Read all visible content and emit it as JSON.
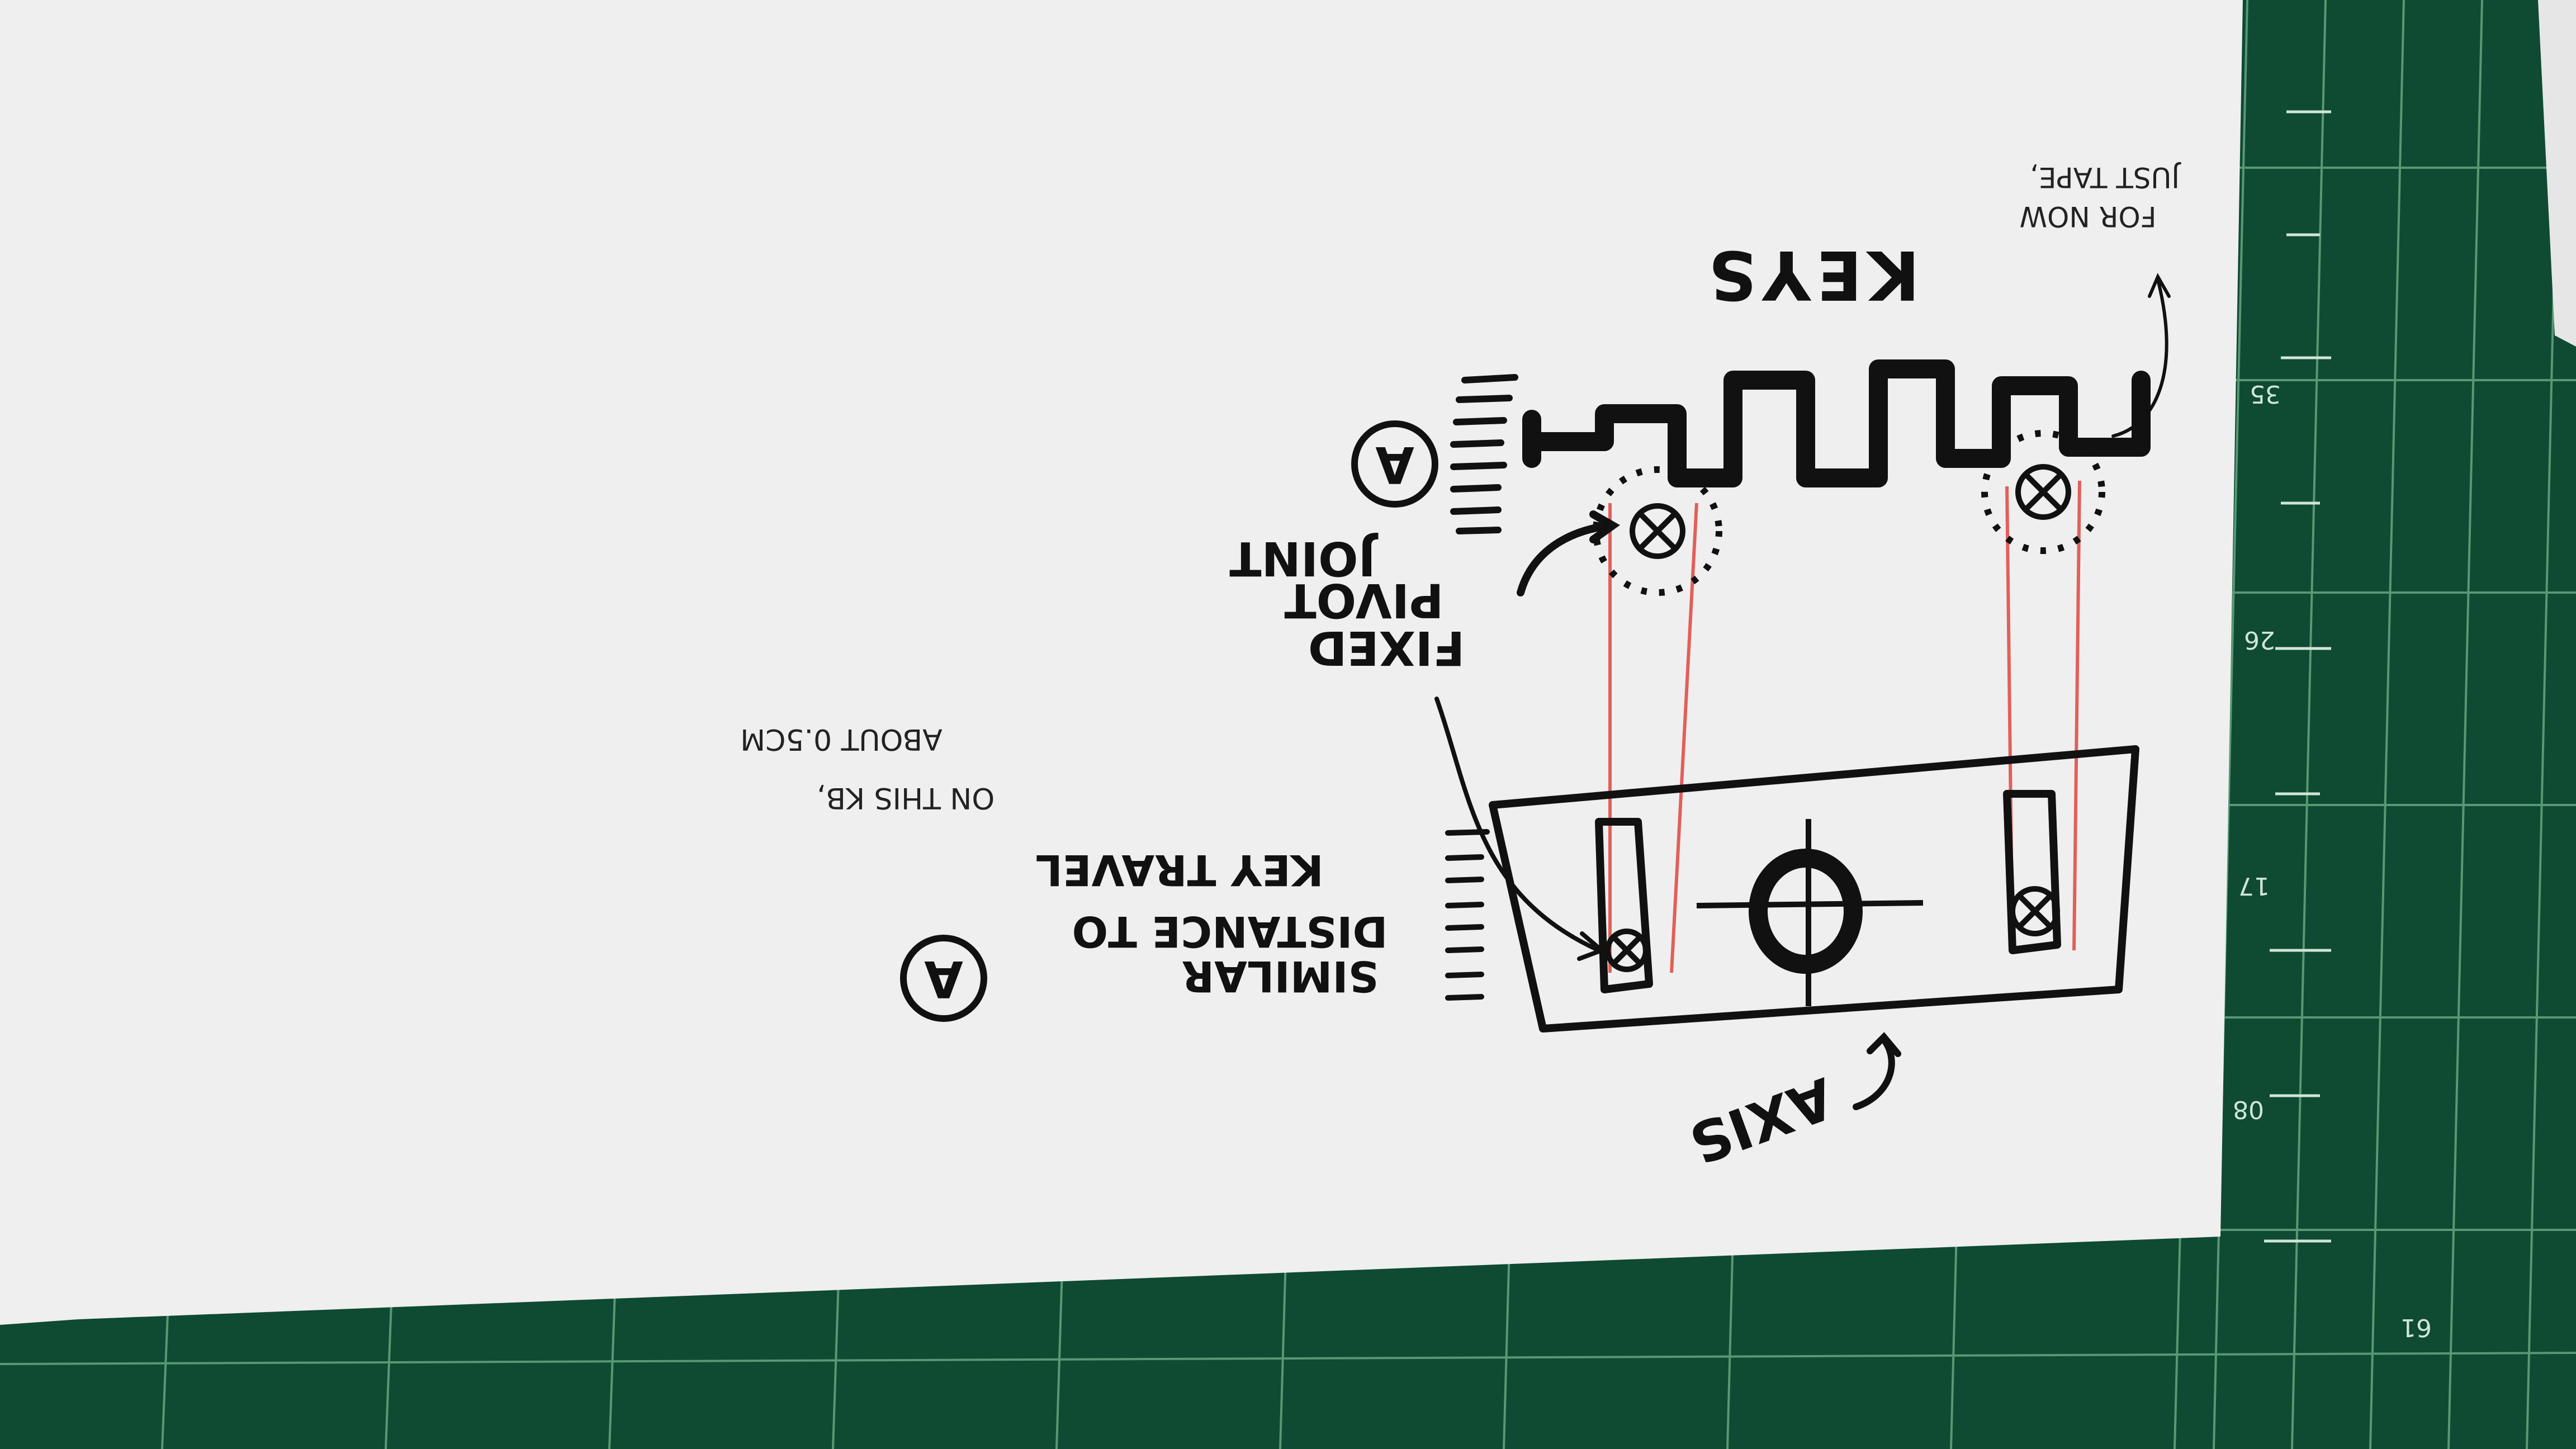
{
  "photo": {
    "subject": "hand-drawn sketch on paper over green cutting mat",
    "colors": {
      "mat": "#0f4a33",
      "paper": "#efefef",
      "ink": "#111111",
      "red_pencil": "#e0463f"
    }
  },
  "notes": {
    "keys": "KEYS",
    "tape_line1": "JUST TAPE,",
    "tape_line2": "FOR NOW",
    "pivot_line1": "FIXED",
    "pivot_line2": "PIVOT",
    "pivot_line3": "JOINT",
    "travel_line1": "SIMILAR",
    "travel_line2": "DISTANCE TO",
    "travel_line3": "KEY TRAVEL",
    "kb_line1": "ON THIS KB,",
    "kb_line2": "ABOUT 0.5CM",
    "axis": "AXIS",
    "marker_top": "A",
    "marker_bottom": "A"
  },
  "ruler_numbers": [
    "35",
    "26",
    "17",
    "08",
    "61"
  ]
}
